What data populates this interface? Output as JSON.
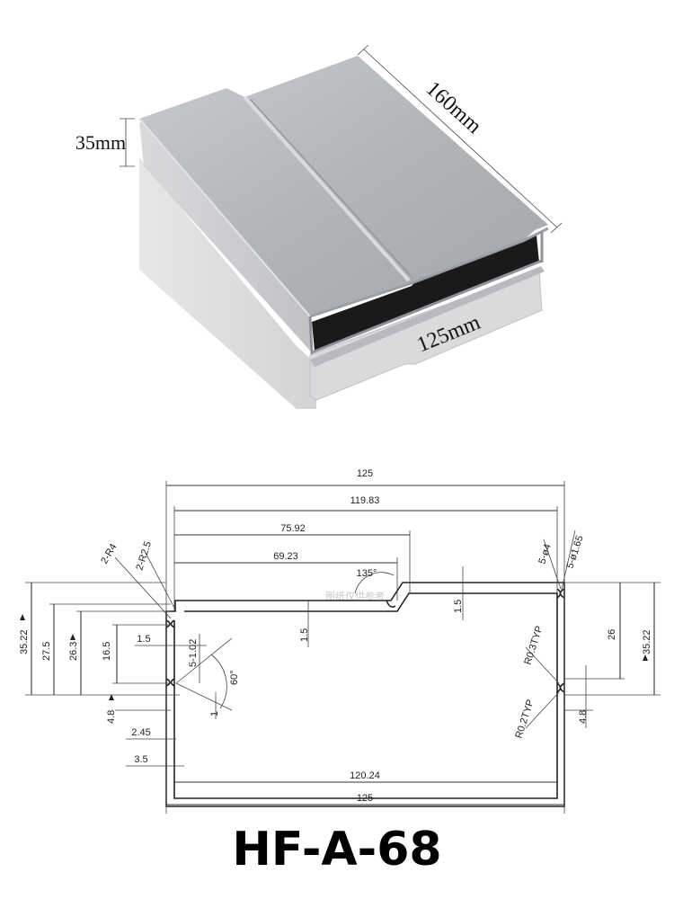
{
  "photo_dimensions": {
    "height": "35mm",
    "length": "160mm",
    "width": "125mm"
  },
  "drawing": {
    "overall_width_top": "125",
    "inner_width_top": "119.83",
    "step_width_1": "75.92",
    "step_width_2": "69.23",
    "angle_135": "135°",
    "radius_r4": "2-R4",
    "radius_r25": "2-R2.5",
    "hole_4": "5-ø4",
    "hole_165": "5-ø1.65",
    "height_3522_left": "35.22",
    "height_275": "27.5",
    "height_263": "26.3",
    "height_165": "16.5",
    "slot_15_left": "1.5",
    "slot_102": "5-1.02",
    "step_15_mid": "1.5",
    "step_15_right": "1.5",
    "angle_60": "60°",
    "thick_1": "1",
    "height_48_left": "4.8",
    "offset_245": "2.45",
    "offset_35": "3.5",
    "r03": "R0.3TYP",
    "r02": "R0.2TYP",
    "height_26": "26",
    "height_3522_right": "35.22",
    "height_48_right": "4.8",
    "inner_width_bottom": "120.24",
    "overall_width_bottom": "125",
    "watermark": "图纸仅供参考"
  },
  "model_name": "HF-A-68",
  "colors": {
    "aluminum_light": "#d9dadc",
    "aluminum_mid": "#b4b6b9",
    "aluminum_dark": "#8c8f93",
    "interior": "#1a1a1a"
  }
}
